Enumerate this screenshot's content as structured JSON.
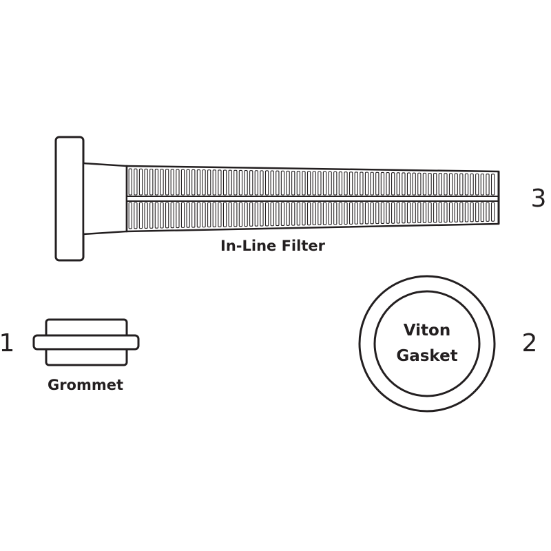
{
  "parts": [
    {
      "number": "1",
      "label": "Grommet"
    },
    {
      "number": "2",
      "label_line1": "Viton",
      "label_line2": "Gasket"
    },
    {
      "number": "3",
      "label": "In-Line Filter"
    }
  ],
  "colors": {
    "stroke": "#231f20",
    "background": "#ffffff"
  }
}
